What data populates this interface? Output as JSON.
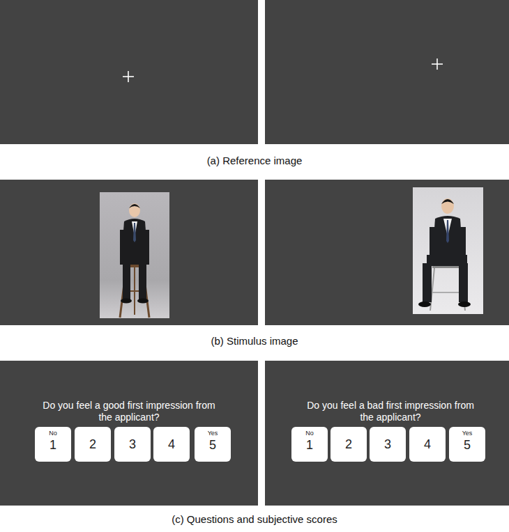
{
  "diagram": {
    "nodes": [
      {
        "text": [
          "Do you feel a good first impression from the applicant?"
        ]
      },
      {
        "text": [
          "No",
          "1"
        ],
        "in": 0
      },
      {
        "text": [
          "2"
        ],
        "in": 0
      },
      {
        "text": [
          "3"
        ],
        "in": 0
      },
      {
        "text": [
          "4"
        ],
        "in": 0
      },
      {
        "text": [
          "Yes",
          "5"
        ],
        "in": 0
      },
      {
        "text": [
          "Do you feel a bad first impression from the applicant?"
        ]
      },
      {
        "text": [
          "No",
          "1"
        ],
        "in": 6
      },
      {
        "text": [
          "2"
        ],
        "in": 6
      },
      {
        "text": [
          "3"
        ],
        "in": 6
      },
      {
        "text": [
          "4"
        ],
        "in": 6
      },
      {
        "text": [
          "Yes",
          "5"
        ],
        "in": 6
      }
    ],
    "labels": [
      "(a) Reference image",
      "(b) Stimulus image",
      "(c) Questions and subjective scores"
    ]
  }
}
